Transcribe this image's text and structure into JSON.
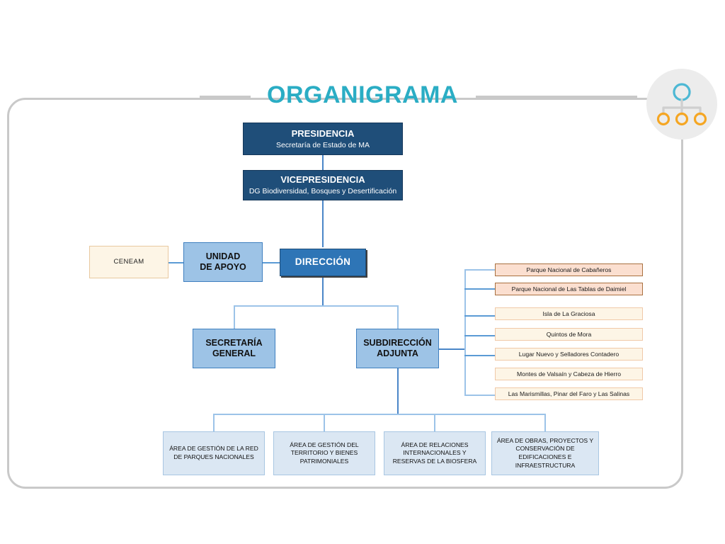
{
  "page": {
    "title": "ORGANIGRAMA",
    "badge_icon": "org-chart-icon"
  },
  "colors": {
    "title": "#2badc4",
    "navy": "#1f4e79",
    "mid_blue": "#2e75b6",
    "light_blue": "#9dc3e6",
    "cream": "#fdf5e6",
    "peach": "#fbdfd0",
    "pale_area": "#dbe7f3",
    "connector": "#4a86c8",
    "frame": "#c9c9c9",
    "badge_ring_top": "#4db8d4",
    "badge_ring_children": "#f5a623"
  },
  "chart_data": {
    "type": "diagram",
    "title": "ORGANIGRAMA",
    "nodes": [
      {
        "id": "presidencia",
        "title": "PRESIDENCIA",
        "subtitle": "Secretaría de Estado de MA",
        "style": "navy",
        "level": 0
      },
      {
        "id": "vicepresidencia",
        "title": "VICEPRESIDENCIA",
        "subtitle": "DG Biodiversidad, Bosques y Desertificación",
        "style": "navy",
        "level": 1
      },
      {
        "id": "direccion",
        "title": "DIRECCIÓN",
        "subtitle": "",
        "style": "mid_blue",
        "level": 2
      },
      {
        "id": "unidad_apoyo",
        "title": "UNIDAD\nDE APOYO",
        "subtitle": "",
        "style": "light_blue",
        "level": 2
      },
      {
        "id": "ceneam",
        "title": "CENEAM",
        "subtitle": "",
        "style": "cream",
        "level": 2
      },
      {
        "id": "secretaria",
        "title": "SECRETARÍA\nGENERAL",
        "subtitle": "",
        "style": "light_blue",
        "level": 3
      },
      {
        "id": "subdireccion",
        "title": "SUBDIRECCIÓN\nADJUNTA",
        "subtitle": "",
        "style": "light_blue",
        "level": 3
      }
    ],
    "edges": [
      {
        "from": "presidencia",
        "to": "vicepresidencia"
      },
      {
        "from": "vicepresidencia",
        "to": "direccion"
      },
      {
        "from": "ceneam",
        "to": "unidad_apoyo"
      },
      {
        "from": "unidad_apoyo",
        "to": "direccion"
      },
      {
        "from": "direccion",
        "to": "secretaria"
      },
      {
        "from": "direccion",
        "to": "subdireccion"
      },
      {
        "from": "subdireccion",
        "to": "parks"
      },
      {
        "from": "subdireccion",
        "to": "areas"
      }
    ]
  },
  "nodes": {
    "presidencia": {
      "title": "PRESIDENCIA",
      "subtitle": "Secretaría de Estado de MA"
    },
    "vicepresidencia": {
      "title": "VICEPRESIDENCIA",
      "subtitle": "DG Biodiversidad, Bosques y Desertificación"
    },
    "direccion": {
      "title": "DIRECCIÓN"
    },
    "unidad_apoyo": {
      "line1": "UNIDAD",
      "line2": "DE APOYO"
    },
    "ceneam": {
      "title": "CENEAM"
    },
    "secretaria_general": {
      "line1": "SECRETARÍA",
      "line2": "GENERAL"
    },
    "subdireccion_adjunta": {
      "line1": "SUBDIRECCIÓN",
      "line2": "ADJUNTA"
    }
  },
  "parks": [
    {
      "label": "Parque Nacional de Cabañeros",
      "style": "peach"
    },
    {
      "label": "Parque Nacional de Las Tablas de Daimiel",
      "style": "peach"
    },
    {
      "label": "Isla de La Graciosa",
      "style": "cream"
    },
    {
      "label": "Quintos de Mora",
      "style": "cream"
    },
    {
      "label": "Lugar Nuevo y Selladores Contadero",
      "style": "cream"
    },
    {
      "label": "Montes de Valsaín y Cabeza de Hierro",
      "style": "cream"
    },
    {
      "label": "Las Marismillas, Pinar del Faro y Las Salinas",
      "style": "cream"
    }
  ],
  "areas": [
    {
      "lines": [
        "ÁREA DE GESTIÓN DE LA RED",
        "DE PARQUES NACIONALES"
      ]
    },
    {
      "lines": [
        "ÁREA DE GESTIÓN DEL",
        "TERRITORIO Y BIENES",
        "PATRIMONIALES"
      ]
    },
    {
      "lines": [
        "ÁREA DE RELACIONES",
        "INTERNACIONALES Y",
        "RESERVAS DE LA BIOSFERA"
      ]
    },
    {
      "lines": [
        "ÁREA DE OBRAS, PROYECTOS Y",
        "CONSERVACIÓN DE",
        "EDIFICACIONES E",
        "INFRAESTRUCTURA"
      ]
    }
  ]
}
